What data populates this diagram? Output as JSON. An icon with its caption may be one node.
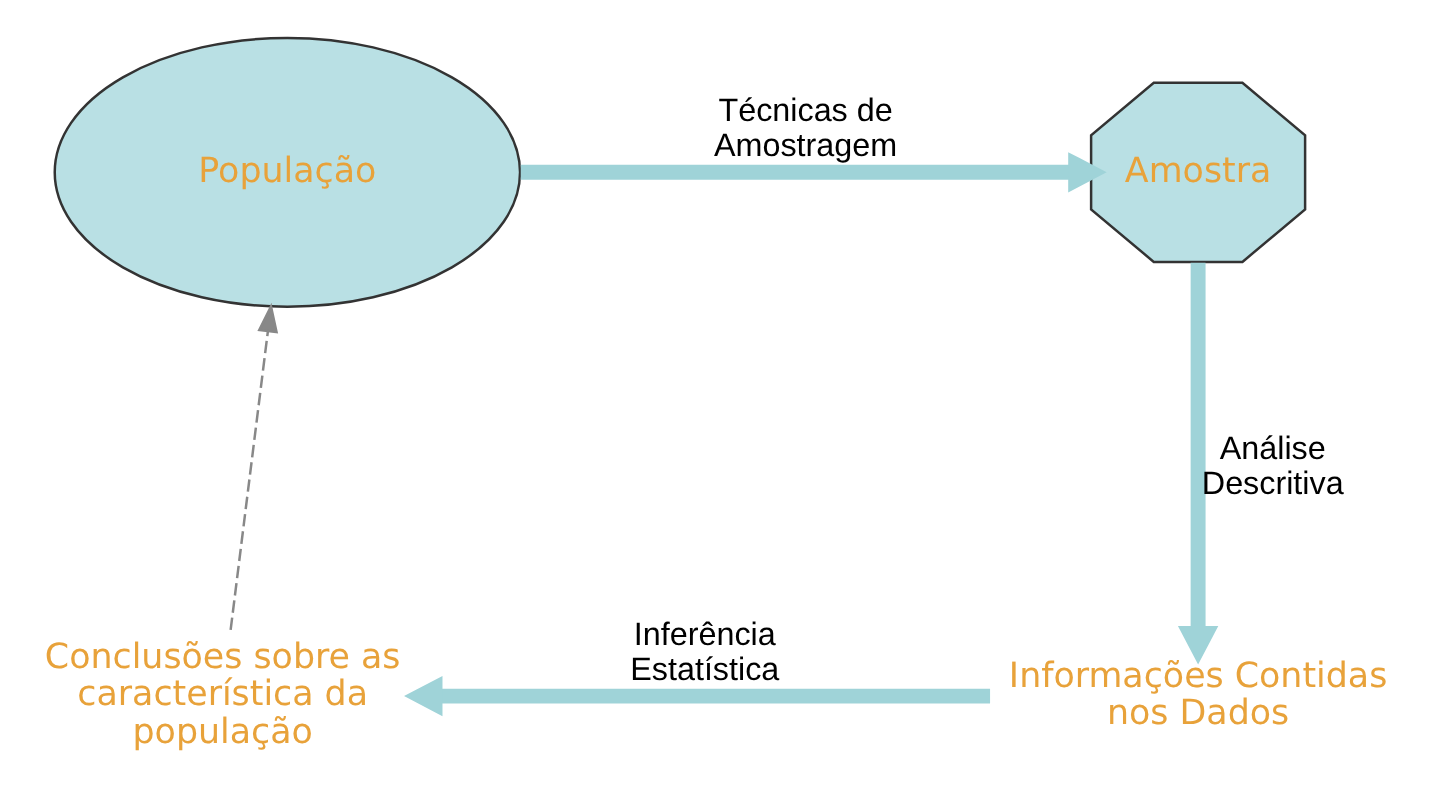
{
  "diagram": {
    "nodes": [
      {
        "text": [
          "População"
        ]
      },
      {
        "text": [
          "Amostra"
        ]
      },
      {
        "text": [
          "Informações Contidas nos Dados"
        ]
      },
      {
        "text": [
          "Conclusões sobre as característica da população"
        ]
      }
    ],
    "edges": [
      {
        "from": 0,
        "to": 1,
        "arrow": "to",
        "label": "Técnicas de Amostragem"
      },
      {
        "from": 1,
        "to": 2,
        "arrow": "to",
        "label": "Análise Descritiva"
      },
      {
        "from": 2,
        "to": 3,
        "arrow": "to",
        "label": "Inferência Estatística"
      },
      {
        "from": 3,
        "to": 0,
        "arrow": "to",
        "style": "dashed",
        "color": "#888888"
      }
    ]
  }
}
